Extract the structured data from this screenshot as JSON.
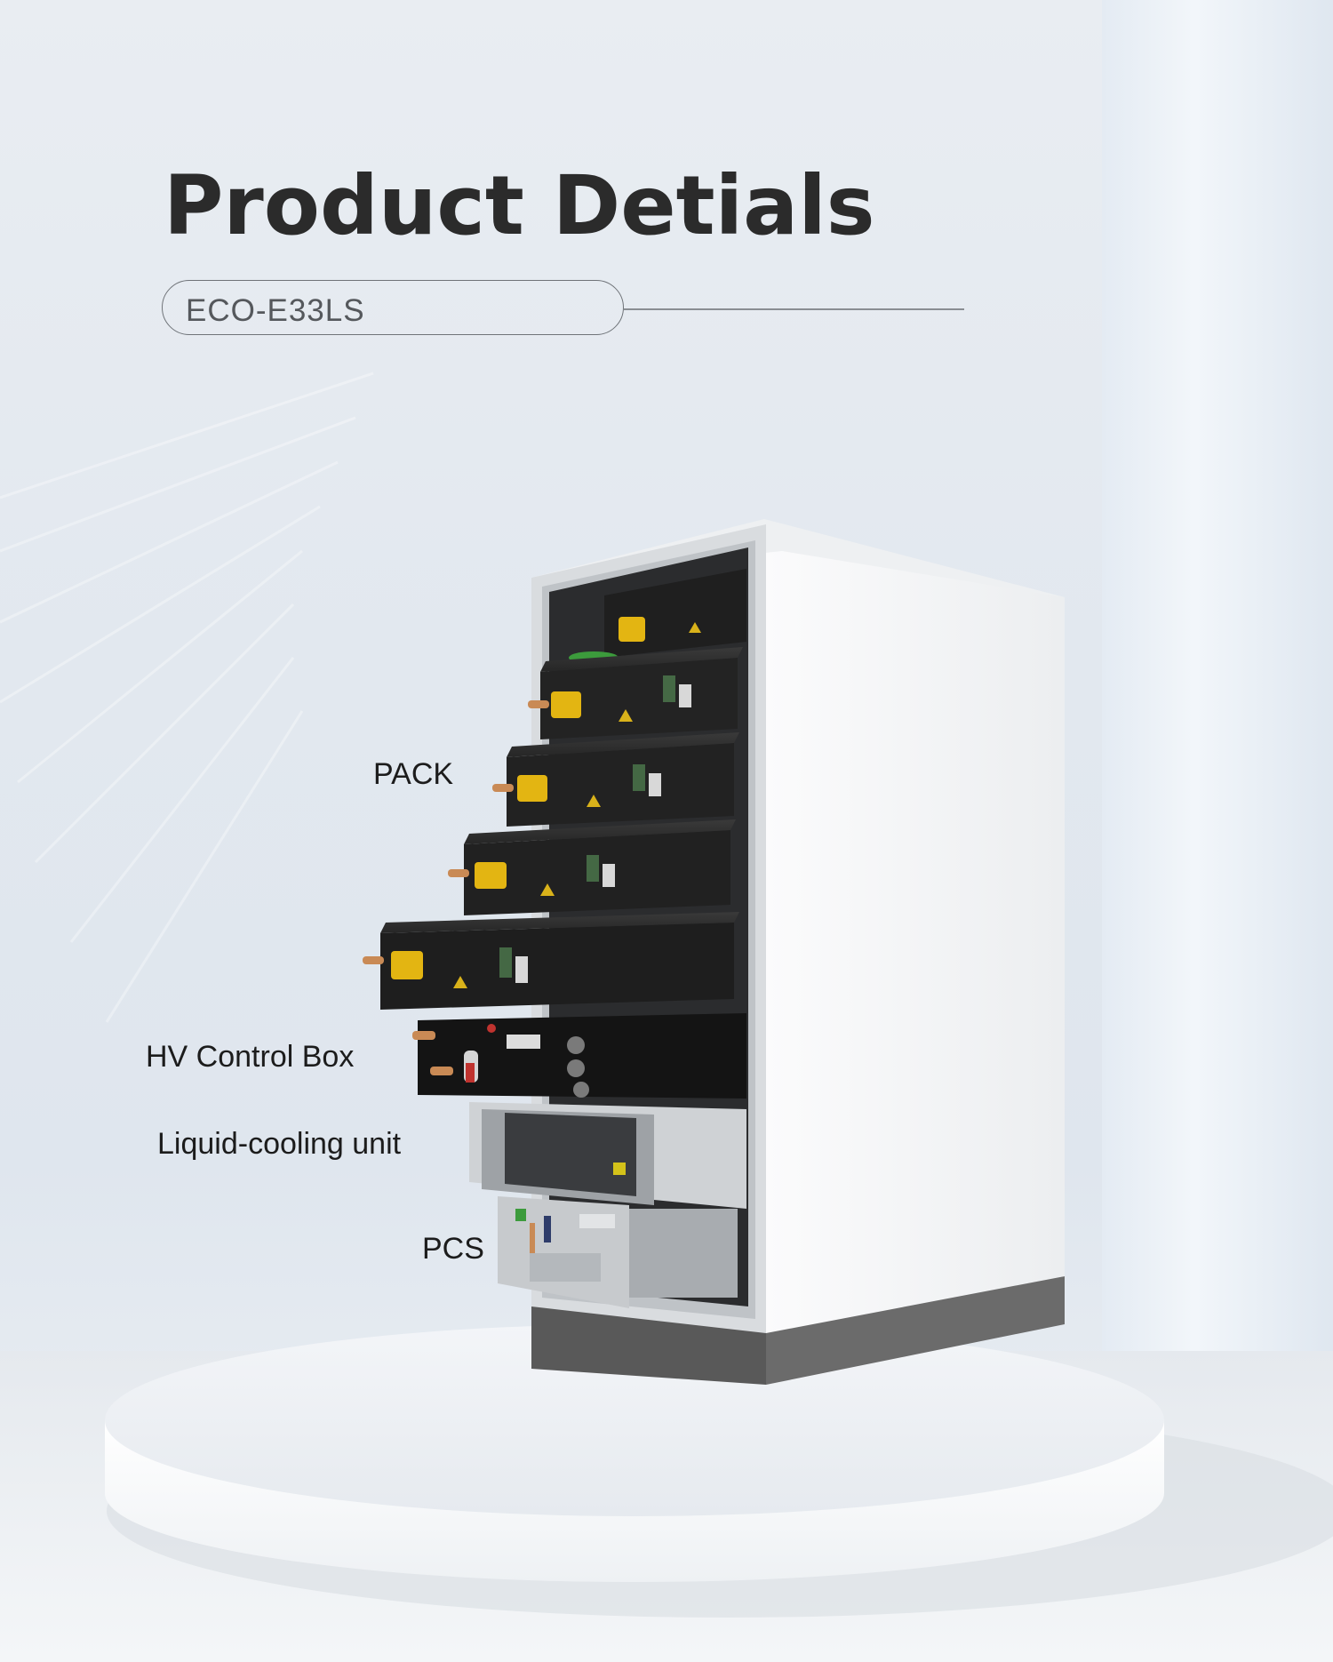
{
  "header": {
    "title": "Product Detials",
    "model": "ECO-E33LS"
  },
  "labels": {
    "pack": "PACK",
    "hv_control_box": "HV Control Box",
    "liquid_cooling_unit": "Liquid-cooling unit",
    "pcs": "PCS"
  },
  "colors": {
    "title": "#2b2b2b",
    "cabinet_white": "#f7f8f9",
    "battery_black": "#1e1e1e",
    "connector_yellow": "#e3b512",
    "connector_copper": "#c98a55",
    "warning_yellow": "#d9b21a",
    "base_gray": "#616161"
  }
}
